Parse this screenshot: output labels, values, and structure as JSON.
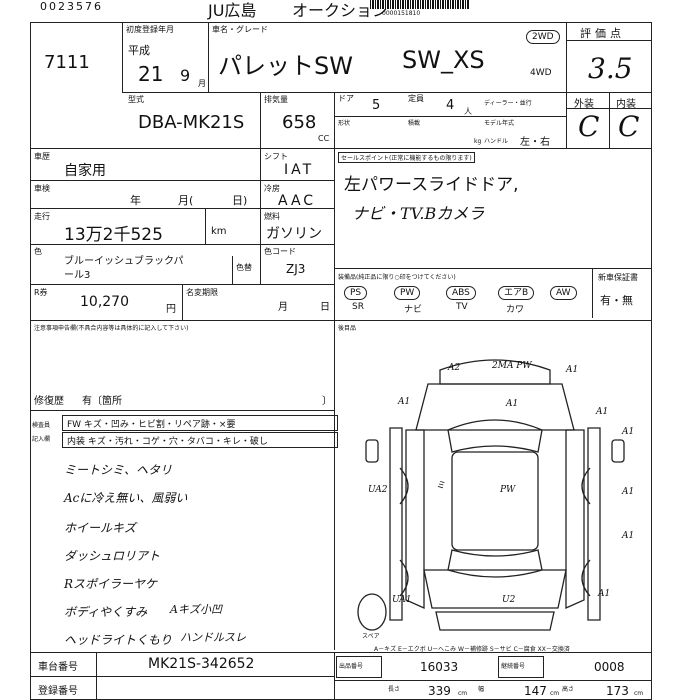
{
  "top": {
    "number": "0023576",
    "auction": "JU広島",
    "auction2": "オークション",
    "barcode_number": "0000151810"
  },
  "sheet": {
    "lot_no": "7111",
    "first_reg_label": "初度登録年月",
    "era": "平成",
    "year": "21",
    "month": "9",
    "month_unit": "月",
    "car_name_label": "車名・グレード",
    "car_name": "パレットSW",
    "grade": "SW_XS",
    "drive_2wd": "2WD",
    "drive_4wd": "4WD",
    "score_label": "評価点",
    "score": "3.5",
    "model_label": "型式",
    "model": "DBA-MK21S",
    "displacement_label": "排気量",
    "displacement": "658",
    "cc": "CC",
    "doors_label": "ドア",
    "doors": "5",
    "capacity_label": "定員",
    "capacity": "4",
    "capacity_unit": "人",
    "dealer_label": "ディーラー・並行",
    "model_year_label": "モデル年式",
    "shape_label": "形状",
    "load_label": "積載",
    "kg": "kg",
    "handle_label": "ハンドル",
    "handle_value": "左・右",
    "exterior_label": "外装",
    "interior_label": "内装",
    "exterior": "C",
    "interior": "C",
    "usage_label": "車歴",
    "usage": "自家用",
    "inspection_label": "車検",
    "inspection_year": "年",
    "inspection_month": "月(",
    "inspection_day": "日)",
    "shift_label": "シフト",
    "shift": "IAT",
    "ac_label": "冷房",
    "ac": "AAC",
    "mileage_label": "走行",
    "mileage": "13万2千525",
    "km": "km",
    "fuel_label": "燃料",
    "fuel": "ガソリン",
    "color_label": "色",
    "color_line1": "ブルーイッシュブラックパ",
    "color_line2": "ール3",
    "color_change_label": "色替",
    "color_code_label": "色コード",
    "color_code": "ZJ3",
    "recycle_label": "R券",
    "recycle_amount": "10,270",
    "yen": "円",
    "tax_label": "名変期限",
    "tax_month": "月",
    "tax_day": "日",
    "selling_points_label": "セールスポイント(正常に機能するもの限ります)",
    "selling_line1": "左パワースライドドア,",
    "selling_line2": "ナビ・TV.Bカメラ",
    "equipment_label": "装備品(純正品に限り○印をつけてください)",
    "equipment": [
      "PS",
      "PW",
      "ABS",
      "エアB",
      "AW"
    ],
    "equipment2": [
      "SR",
      "ナビ",
      "TV",
      "カワ"
    ],
    "warranty_label": "新車保証書",
    "warranty_value": "有・無",
    "notice_label": "注意事項申告欄(不具合内容等は具体的に記入して下さい)",
    "repair_label": "修復歴",
    "repair_value": "有〔箇所",
    "repair_close": "〕",
    "after_label": "後目品",
    "exterior_check_label": "検査員",
    "interior_check_label": "記入欄",
    "ext_checks": "FW キズ・凹み・ヒビ割・リペア跡・×要",
    "int_checks": "内装 キズ・汚れ・コゲ・穴・タバコ・キレ・破し",
    "notes": [
      "ミートシミ、ヘタリ",
      "Acに冷え無い、風弱い",
      "ホイールキズ",
      "ダッシュロリアト",
      "Rスポイラーヤケ",
      "ボディやくすみ",
      "ヘッドライトくもり"
    ],
    "note_extra1": "Aキズ小凹",
    "note_extra2": "ハンドルスレ",
    "diagram_marks": [
      "A2",
      "2MA PW",
      "A1",
      "A1",
      "A1",
      "A1",
      "A1",
      "UA2",
      "ミ",
      "PW",
      "A1",
      "A1",
      "UA1",
      "U2",
      "A1"
    ],
    "diagram_legend": "A－キズ E－エクボ U－へこみ W－補修跡 S－サビ C－腐食 XX－交換済",
    "spare_label": "スペア",
    "chassis_label": "車台番号",
    "chassis": "MK21S-342652",
    "reg_label": "登録番号",
    "entry_no_label": "出品番号",
    "entry_no": "16033",
    "nav_no_label": "継続番号",
    "nav_no": "0008",
    "length_label": "長さ",
    "length": "339",
    "width_label": "幅",
    "width": "147",
    "height_label": "高さ",
    "height": "173",
    "cm": "cm"
  }
}
